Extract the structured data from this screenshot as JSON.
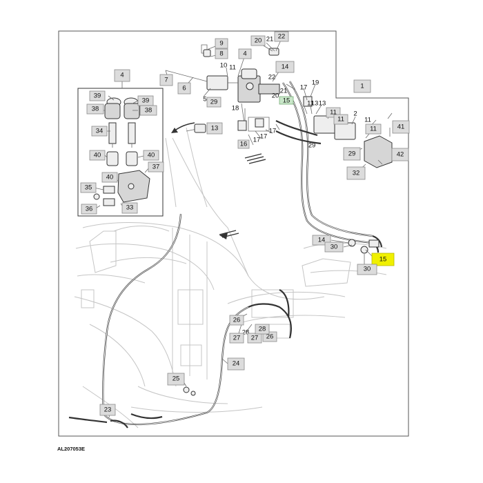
{
  "figure": {
    "reference_code": "AL207053E",
    "frame_label": "1",
    "inset_label": "4",
    "highlight_color": "#f0f000",
    "callout_fill": "#dcdcdc",
    "callouts": [
      {
        "id": "c9",
        "text": "9"
      },
      {
        "id": "c8",
        "text": "8"
      },
      {
        "id": "c4top",
        "text": "4"
      },
      {
        "id": "c10",
        "text": "10"
      },
      {
        "id": "c11a",
        "text": "11"
      },
      {
        "id": "c20a",
        "text": "20"
      },
      {
        "id": "c21a",
        "text": "21"
      },
      {
        "id": "c22a",
        "text": "22"
      },
      {
        "id": "c14a",
        "text": "14"
      },
      {
        "id": "c22b",
        "text": "22"
      },
      {
        "id": "c7",
        "text": "7"
      },
      {
        "id": "c6",
        "text": "6"
      },
      {
        "id": "c5",
        "text": "5"
      },
      {
        "id": "c29a",
        "text": "29"
      },
      {
        "id": "c18",
        "text": "18"
      },
      {
        "id": "c21b",
        "text": "21"
      },
      {
        "id": "c20b",
        "text": "20"
      },
      {
        "id": "c15a",
        "text": "15"
      },
      {
        "id": "c17a",
        "text": "17"
      },
      {
        "id": "c19",
        "text": "19"
      },
      {
        "id": "c13a",
        "text": "13"
      },
      {
        "id": "c11b",
        "text": "11"
      },
      {
        "id": "c1",
        "text": "1"
      },
      {
        "id": "c13b",
        "text": "13"
      },
      {
        "id": "c17b",
        "text": "17"
      },
      {
        "id": "c16",
        "text": "16"
      },
      {
        "id": "c17c",
        "text": "17"
      },
      {
        "id": "c17d",
        "text": "17"
      },
      {
        "id": "c29b",
        "text": "29"
      },
      {
        "id": "c11c",
        "text": "11"
      },
      {
        "id": "c11d",
        "text": "11"
      },
      {
        "id": "c2",
        "text": "2"
      },
      {
        "id": "c11e",
        "text": "11"
      },
      {
        "id": "c11f",
        "text": "11"
      },
      {
        "id": "c41",
        "text": "41"
      },
      {
        "id": "c29c",
        "text": "29"
      },
      {
        "id": "c42",
        "text": "42"
      },
      {
        "id": "c32",
        "text": "32"
      },
      {
        "id": "c39a",
        "text": "39"
      },
      {
        "id": "c39b",
        "text": "39"
      },
      {
        "id": "c38a",
        "text": "38"
      },
      {
        "id": "c38b",
        "text": "38"
      },
      {
        "id": "c34",
        "text": "34"
      },
      {
        "id": "c40a",
        "text": "40"
      },
      {
        "id": "c40b",
        "text": "40"
      },
      {
        "id": "c37",
        "text": "37"
      },
      {
        "id": "c40c",
        "text": "40"
      },
      {
        "id": "c35",
        "text": "35"
      },
      {
        "id": "c36",
        "text": "36"
      },
      {
        "id": "c33",
        "text": "33"
      },
      {
        "id": "c14b",
        "text": "14"
      },
      {
        "id": "c30a",
        "text": "30"
      },
      {
        "id": "c15b",
        "text": "15"
      },
      {
        "id": "c30b",
        "text": "30"
      },
      {
        "id": "c26a",
        "text": "26"
      },
      {
        "id": "c28",
        "text": "28"
      },
      {
        "id": "c27a",
        "text": "27"
      },
      {
        "id": "c27b",
        "text": "27"
      },
      {
        "id": "c26b",
        "text": "26"
      },
      {
        "id": "c24",
        "text": "24"
      },
      {
        "id": "c25",
        "text": "25"
      },
      {
        "id": "c23",
        "text": "23"
      }
    ]
  }
}
